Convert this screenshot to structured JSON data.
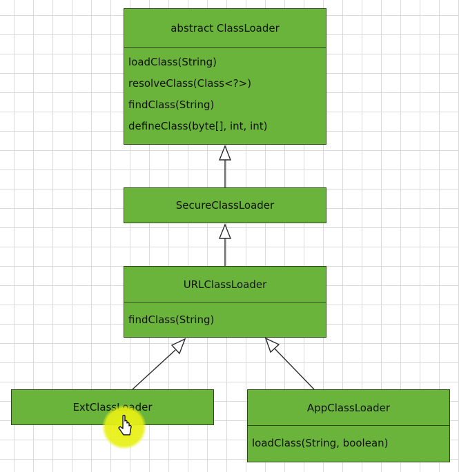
{
  "classes": {
    "classloader": {
      "name": "abstract ClassLoader",
      "methods": [
        "loadClass(String)",
        "resolveClass(Class<?>)",
        "findClass(String)",
        "defineClass(byte[], int, int)"
      ]
    },
    "secure": {
      "name": "SecureClassLoader"
    },
    "url": {
      "name": "URLClassLoader",
      "methods": [
        "findClass(String)"
      ]
    },
    "ext": {
      "name": "ExtClassLoader"
    },
    "app": {
      "name": "AppClassLoader",
      "methods": [
        "loadClass(String, boolean)"
      ]
    }
  },
  "icons": {
    "inheritance": "hollow-triangle-arrow-icon",
    "cursor": "pointer-cursor-icon"
  },
  "colors": {
    "class_fill": "#6ab43c",
    "border": "#2b4a18",
    "highlight": "#e8f014"
  }
}
